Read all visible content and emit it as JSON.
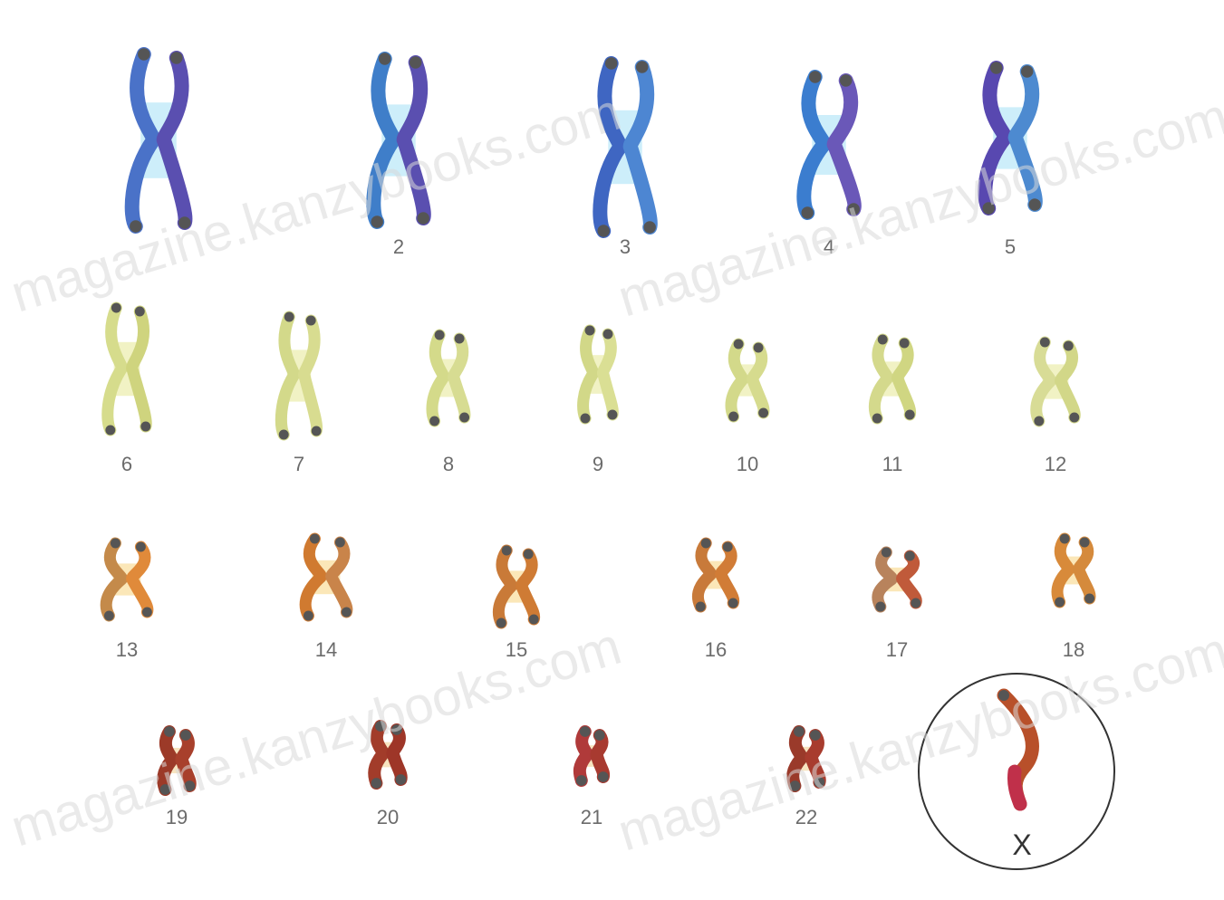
{
  "pairs": [
    {
      "label": "",
      "color": "#4a72c8",
      "color2": "#5a4fb0",
      "tint": "#cdeefa"
    },
    {
      "label": "2",
      "color": "#3f7ec9",
      "color2": "#5a4fb0",
      "tint": "#cdeefa"
    },
    {
      "label": "3",
      "color": "#3f66c2",
      "color2": "#4d86d2",
      "tint": "#cdeefa"
    },
    {
      "label": "4",
      "color": "#3b7dcf",
      "color2": "#6a58b8",
      "tint": "#cdeefa"
    },
    {
      "label": "5",
      "color": "#5848b0",
      "color2": "#4d8ad0",
      "tint": "#cdeefa"
    },
    {
      "label": "6",
      "color": "#d6dc8c",
      "color2": "#cfd47e",
      "tint": "#f1f2c4"
    },
    {
      "label": "7",
      "color": "#d3d98a",
      "color2": "#d8dc90",
      "tint": "#f1f2c4"
    },
    {
      "label": "8",
      "color": "#d4da8a",
      "color2": "#d7dc92",
      "tint": "#f1f2c4"
    },
    {
      "label": "9",
      "color": "#d2d888",
      "color2": "#dadf94",
      "tint": "#f1f2c4"
    },
    {
      "label": "10",
      "color": "#d3d98a",
      "color2": "#d6db8e",
      "tint": "#f1f2c4"
    },
    {
      "label": "11",
      "color": "#d4d98c",
      "color2": "#d0d682",
      "tint": "#f1f2c4"
    },
    {
      "label": "12",
      "color": "#d8dc96",
      "color2": "#d2d788",
      "tint": "#f1f2c4"
    },
    {
      "label": "13",
      "color": "#c48a4a",
      "color2": "#e08a3a",
      "tint": "#fbe7b8"
    },
    {
      "label": "14",
      "color": "#d07a30",
      "color2": "#c9844a",
      "tint": "#fbe7b8"
    },
    {
      "label": "15",
      "color": "#c97a38",
      "color2": "#cf7b34",
      "tint": "#fbe7b8"
    },
    {
      "label": "16",
      "color": "#c87a3a",
      "color2": "#d17c36",
      "tint": "#fbe7b8"
    },
    {
      "label": "17",
      "color": "#b8835c",
      "color2": "#c05a3a",
      "tint": "#fbe7b8"
    },
    {
      "label": "18",
      "color": "#d88a3a",
      "color2": "#d58a3c",
      "tint": "#fbe7b8"
    },
    {
      "label": "19",
      "color": "#9c3a28",
      "color2": "#a8402c",
      "tint": "#f7e4c0"
    },
    {
      "label": "20",
      "color": "#a23c2a",
      "color2": "#9e3628",
      "tint": "#f7e4c0"
    },
    {
      "label": "21",
      "color": "#b03a3a",
      "color2": "#a83a30",
      "tint": "#f7e4c0"
    },
    {
      "label": "22",
      "color": "#9a3a2a",
      "color2": "#a83c2e",
      "tint": "#f7e4c0"
    }
  ],
  "sex_chromosome": {
    "label": "X",
    "color": "#b8502a",
    "accent": "#c0304a"
  },
  "watermark": {
    "text": "magazine.kanzybooks.com"
  },
  "colors": {
    "tip": "#555555",
    "label": "#6b6b6b",
    "circle": "#333333"
  }
}
